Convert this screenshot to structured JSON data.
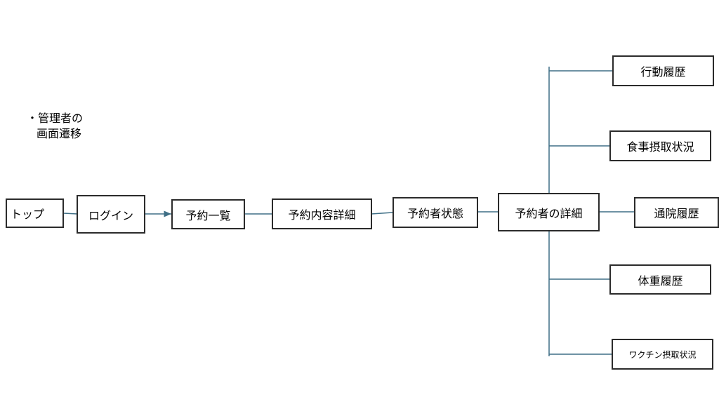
{
  "title_note": {
    "line1": "・管理者の",
    "line2": "画面遷移"
  },
  "nodes": {
    "top": "トップ",
    "login": "ログイン",
    "reservation_list": "予約一覧",
    "reservation_detail": "予約内容詳細",
    "reserver_status": "予約者状態",
    "reserver_detail": "予約者の詳細",
    "action_history": "行動履歴",
    "meal_intake": "食事摂取状況",
    "hospital_history": "通院履歴",
    "weight_history": "体重履歴",
    "vaccine_intake": "ワクチン摂取状況"
  },
  "colors": {
    "connector": "#3f6f86",
    "box_border": "#2b2b2b"
  }
}
